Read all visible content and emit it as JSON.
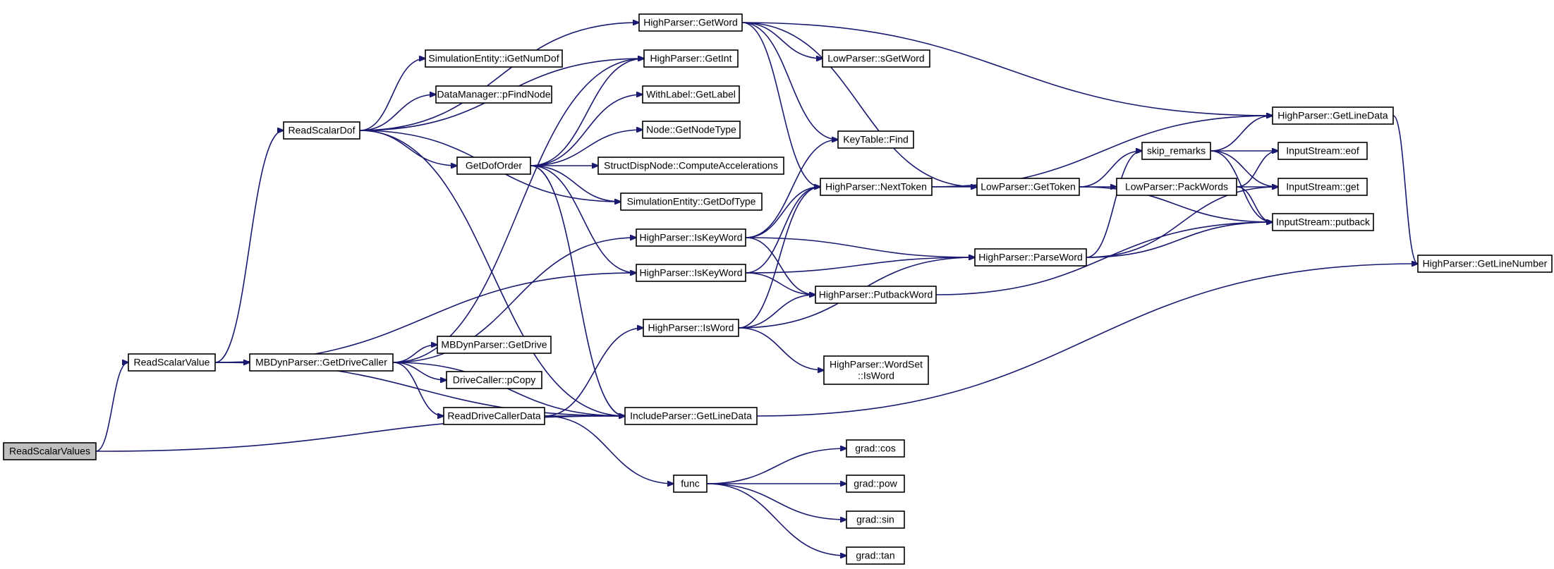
{
  "graph": {
    "root": "read-scalar-values",
    "nodes": [
      {
        "id": "read-scalar-values",
        "lines": [
          "ReadScalarValues"
        ],
        "root": true
      },
      {
        "id": "read-scalar-value",
        "lines": [
          "ReadScalarValue"
        ]
      },
      {
        "id": "read-scalar-dof",
        "lines": [
          "ReadScalarDof"
        ]
      },
      {
        "id": "mbdyn-getdrivecaller",
        "lines": [
          "MBDynParser::GetDriveCaller"
        ]
      },
      {
        "id": "simentity-igetnumdof",
        "lines": [
          "SimulationEntity::iGetNumDof"
        ]
      },
      {
        "id": "datamanager-pfindnode",
        "lines": [
          "DataManager::pFindNode"
        ]
      },
      {
        "id": "getdoforder",
        "lines": [
          "GetDofOrder"
        ]
      },
      {
        "id": "mbdyn-getdrive",
        "lines": [
          "MBDynParser::GetDrive"
        ]
      },
      {
        "id": "drivecaller-pcopy",
        "lines": [
          "DriveCaller::pCopy"
        ]
      },
      {
        "id": "readdrivecallerdata",
        "lines": [
          "ReadDriveCallerData"
        ]
      },
      {
        "id": "hp-getword",
        "lines": [
          "HighParser::GetWord"
        ]
      },
      {
        "id": "hp-getint",
        "lines": [
          "HighParser::GetInt"
        ]
      },
      {
        "id": "withlabel-getlabel",
        "lines": [
          "WithLabel::GetLabel"
        ]
      },
      {
        "id": "node-getnodetype",
        "lines": [
          "Node::GetNodeType"
        ]
      },
      {
        "id": "sdn-computeacc",
        "lines": [
          "StructDispNode::ComputeAccelerations"
        ]
      },
      {
        "id": "simentity-getdoftype",
        "lines": [
          "SimulationEntity::GetDofType"
        ]
      },
      {
        "id": "hp-iskeyword-1",
        "lines": [
          "HighParser::IsKeyWord"
        ]
      },
      {
        "id": "hp-iskeyword-2",
        "lines": [
          "HighParser::IsKeyWord"
        ]
      },
      {
        "id": "hp-isword",
        "lines": [
          "HighParser::IsWord"
        ]
      },
      {
        "id": "includeparser-getlinedata",
        "lines": [
          "IncludeParser::GetLineData"
        ]
      },
      {
        "id": "func",
        "lines": [
          "func"
        ]
      },
      {
        "id": "lp-sgetword",
        "lines": [
          "LowParser::sGetWord"
        ]
      },
      {
        "id": "keytable-find",
        "lines": [
          "KeyTable::Find"
        ]
      },
      {
        "id": "hp-nexttoken",
        "lines": [
          "HighParser::NextToken"
        ]
      },
      {
        "id": "hp-putbackword",
        "lines": [
          "HighParser::PutbackWord"
        ]
      },
      {
        "id": "hp-wordset-isword",
        "lines": [
          "HighParser::WordSet",
          "::IsWord"
        ]
      },
      {
        "id": "grad-cos",
        "lines": [
          "grad::cos"
        ]
      },
      {
        "id": "grad-pow",
        "lines": [
          "grad::pow"
        ]
      },
      {
        "id": "grad-sin",
        "lines": [
          "grad::sin"
        ]
      },
      {
        "id": "grad-tan",
        "lines": [
          "grad::tan"
        ]
      },
      {
        "id": "lp-gettoken",
        "lines": [
          "LowParser::GetToken"
        ]
      },
      {
        "id": "hp-parseword",
        "lines": [
          "HighParser::ParseWord"
        ]
      },
      {
        "id": "skip-remarks",
        "lines": [
          "skip_remarks"
        ]
      },
      {
        "id": "lp-packwords",
        "lines": [
          "LowParser::PackWords"
        ]
      },
      {
        "id": "hp-getlinedata",
        "lines": [
          "HighParser::GetLineData"
        ]
      },
      {
        "id": "is-eof",
        "lines": [
          "InputStream::eof"
        ]
      },
      {
        "id": "is-get",
        "lines": [
          "InputStream::get"
        ]
      },
      {
        "id": "is-putback",
        "lines": [
          "InputStream::putback"
        ]
      },
      {
        "id": "hp-getlinenumber",
        "lines": [
          "HighParser::GetLineNumber"
        ]
      }
    ],
    "edges": [
      [
        "read-scalar-values",
        "read-scalar-value"
      ],
      [
        "read-scalar-values",
        "includeparser-getlinedata"
      ],
      [
        "read-scalar-value",
        "read-scalar-dof"
      ],
      [
        "read-scalar-value",
        "mbdyn-getdrivecaller"
      ],
      [
        "read-scalar-value",
        "hp-iskeyword-2"
      ],
      [
        "read-scalar-value",
        "includeparser-getlinedata"
      ],
      [
        "read-scalar-dof",
        "hp-getword"
      ],
      [
        "read-scalar-dof",
        "hp-getint"
      ],
      [
        "read-scalar-dof",
        "simentity-igetnumdof"
      ],
      [
        "read-scalar-dof",
        "datamanager-pfindnode"
      ],
      [
        "read-scalar-dof",
        "getdoforder"
      ],
      [
        "read-scalar-dof",
        "simentity-getdoftype"
      ],
      [
        "read-scalar-dof",
        "includeparser-getlinedata"
      ],
      [
        "mbdyn-getdrivecaller",
        "hp-getint"
      ],
      [
        "mbdyn-getdrivecaller",
        "hp-iskeyword-1"
      ],
      [
        "mbdyn-getdrivecaller",
        "mbdyn-getdrive"
      ],
      [
        "mbdyn-getdrivecaller",
        "drivecaller-pcopy"
      ],
      [
        "mbdyn-getdrivecaller",
        "readdrivecallerdata"
      ],
      [
        "mbdyn-getdrivecaller",
        "includeparser-getlinedata"
      ],
      [
        "getdoforder",
        "hp-getint"
      ],
      [
        "getdoforder",
        "withlabel-getlabel"
      ],
      [
        "getdoforder",
        "node-getnodetype"
      ],
      [
        "getdoforder",
        "sdn-computeacc"
      ],
      [
        "getdoforder",
        "simentity-getdoftype"
      ],
      [
        "getdoforder",
        "hp-iskeyword-2"
      ],
      [
        "getdoforder",
        "includeparser-getlinedata"
      ],
      [
        "readdrivecallerdata",
        "hp-isword"
      ],
      [
        "readdrivecallerdata",
        "includeparser-getlinedata"
      ],
      [
        "readdrivecallerdata",
        "func"
      ],
      [
        "hp-getword",
        "lp-sgetword"
      ],
      [
        "hp-getword",
        "keytable-find"
      ],
      [
        "hp-getword",
        "hp-nexttoken"
      ],
      [
        "hp-getword",
        "lp-gettoken"
      ],
      [
        "hp-getword",
        "hp-getlinedata"
      ],
      [
        "hp-iskeyword-1",
        "keytable-find"
      ],
      [
        "hp-iskeyword-1",
        "hp-nexttoken"
      ],
      [
        "hp-iskeyword-1",
        "hp-parseword"
      ],
      [
        "hp-iskeyword-1",
        "hp-putbackword"
      ],
      [
        "hp-iskeyword-2",
        "hp-nexttoken"
      ],
      [
        "hp-iskeyword-2",
        "hp-parseword"
      ],
      [
        "hp-iskeyword-2",
        "hp-putbackword"
      ],
      [
        "hp-isword",
        "hp-nexttoken"
      ],
      [
        "hp-isword",
        "hp-putbackword"
      ],
      [
        "hp-isword",
        "hp-parseword"
      ],
      [
        "hp-isword",
        "hp-wordset-isword"
      ],
      [
        "includeparser-getlinedata",
        "hp-getlinenumber"
      ],
      [
        "func",
        "grad-cos"
      ],
      [
        "func",
        "grad-pow"
      ],
      [
        "func",
        "grad-sin"
      ],
      [
        "func",
        "grad-tan"
      ],
      [
        "hp-nexttoken",
        "lp-gettoken"
      ],
      [
        "hp-nexttoken",
        "hp-getlinedata"
      ],
      [
        "hp-putbackword",
        "is-putback"
      ],
      [
        "lp-gettoken",
        "skip-remarks"
      ],
      [
        "lp-gettoken",
        "lp-packwords"
      ],
      [
        "lp-gettoken",
        "is-putback"
      ],
      [
        "hp-parseword",
        "skip-remarks"
      ],
      [
        "hp-parseword",
        "is-get"
      ],
      [
        "hp-parseword",
        "is-putback"
      ],
      [
        "skip-remarks",
        "hp-getlinedata"
      ],
      [
        "skip-remarks",
        "is-eof"
      ],
      [
        "skip-remarks",
        "is-get"
      ],
      [
        "skip-remarks",
        "is-putback"
      ],
      [
        "lp-packwords",
        "is-eof"
      ],
      [
        "lp-packwords",
        "is-get"
      ],
      [
        "lp-packwords",
        "is-putback"
      ],
      [
        "hp-getlinedata",
        "hp-getlinenumber"
      ]
    ]
  }
}
